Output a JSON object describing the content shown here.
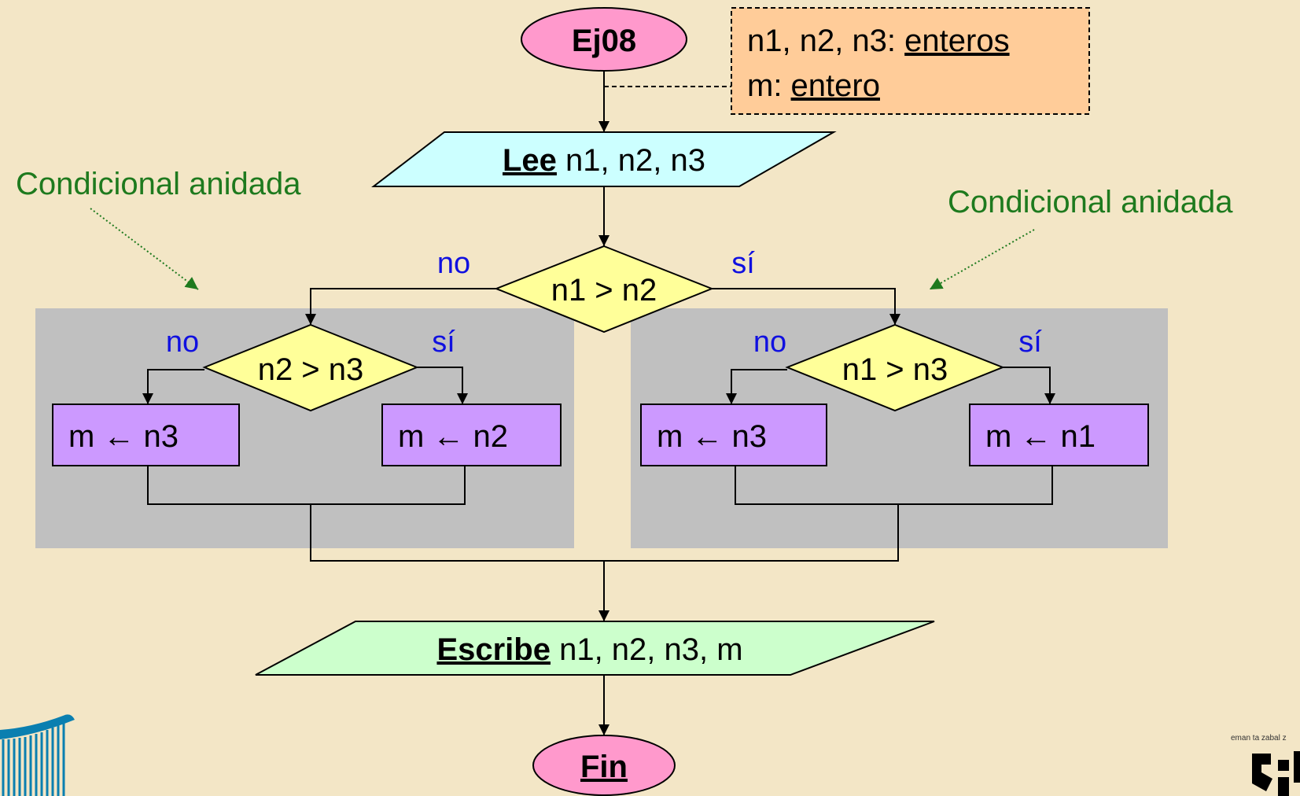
{
  "title": "Ej08",
  "declarations": {
    "line1_prefix": "n1, n2, n3: ",
    "line1_type": "enteros",
    "line2_prefix": "m: ",
    "line2_type": "entero"
  },
  "input": {
    "keyword": "Lee",
    "vars": " n1, n2, n3"
  },
  "annotation": "Condicional anidada",
  "main_condition": {
    "text": "n1 > n2",
    "no": "no",
    "yes": "sí"
  },
  "left_branch": {
    "condition": "n2 > n3",
    "no": "no",
    "yes": "sí",
    "assign_no": "m ← n3",
    "assign_yes": "m ← n2"
  },
  "right_branch": {
    "condition": "n1 > n3",
    "no": "no",
    "yes": "sí",
    "assign_no": "m ← n3",
    "assign_yes": "m ← n1"
  },
  "output": {
    "keyword": "Escribe",
    "vars": " n1, n2, n3, m"
  },
  "end": "Fin",
  "colors": {
    "background": "#F3E6C6",
    "terminal": "#FF99CC",
    "declarations": "#FFCC99",
    "input": "#CCFFFF",
    "decision": "#FFFF99",
    "process": "#CC99FF",
    "output": "#CCFFCC",
    "group": "#C0C0C0",
    "label_blue": "#1010E0",
    "annotation_green": "#1E7A1E"
  },
  "logos": {
    "right_caption": "eman ta zabal zazu"
  }
}
